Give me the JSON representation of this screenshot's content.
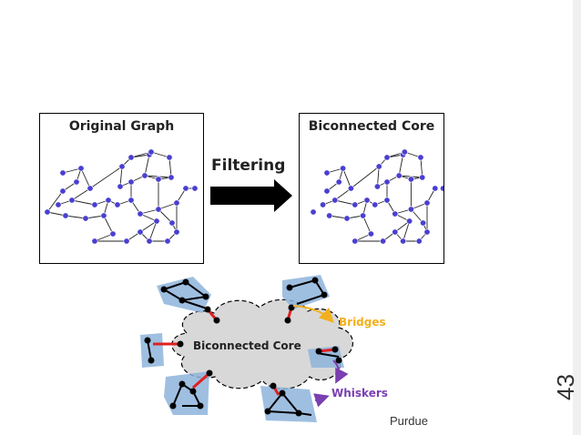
{
  "panels": {
    "original_title": "Original Graph",
    "core_title": "Biconnected Core"
  },
  "arrow_label": "Filtering",
  "core_label": "Biconnected Core",
  "bridges_label": "Bridges",
  "whiskers_label": "Whiskers",
  "footer_text": "Purdue",
  "slide_number": "43",
  "colors": {
    "node": "#4a3fd0",
    "bridge": "#e02020",
    "bridges_arrow": "#f2b01e",
    "whiskers_arrow": "#7a3fb0",
    "whisker_halo": "#8fb4dc",
    "cloud": "#d8d8d8"
  }
}
